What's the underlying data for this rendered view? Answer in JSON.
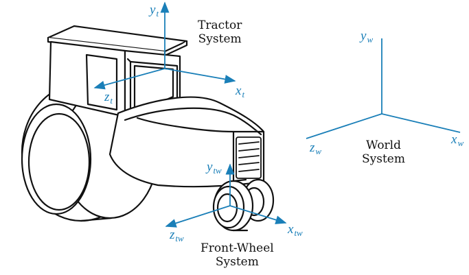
{
  "colors": {
    "axis": "#1a7fb8",
    "line": "#111111",
    "background": "#ffffff"
  },
  "labels": {
    "tractor_system": [
      "Tractor",
      "System"
    ],
    "world_system": [
      "World",
      "System"
    ],
    "front_wheel_system": [
      "Front-Wheel",
      "System"
    ]
  },
  "axes": {
    "tractor": {
      "y": {
        "letter": "y",
        "sub": "t"
      },
      "x": {
        "letter": "x",
        "sub": "t"
      },
      "z": {
        "letter": "z",
        "sub": "t"
      }
    },
    "world": {
      "y": {
        "letter": "y",
        "sub": "w"
      },
      "x": {
        "letter": "x",
        "sub": "w"
      },
      "z": {
        "letter": "z",
        "sub": "w"
      }
    },
    "front_wheel": {
      "y": {
        "letter": "y",
        "sub": "tw"
      },
      "x": {
        "letter": "x",
        "sub": "tw"
      },
      "z": {
        "letter": "z",
        "sub": "tw"
      }
    }
  }
}
